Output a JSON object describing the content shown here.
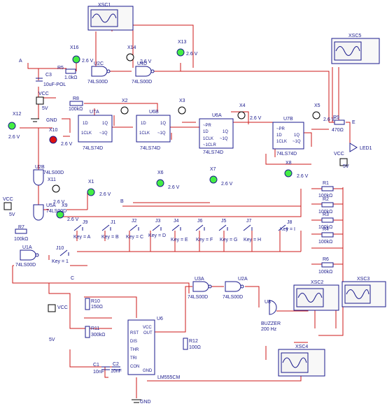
{
  "colors": {
    "wire": "#cc1a1a",
    "component": "#1a1a8c",
    "probe_on": "#44ee44",
    "probe_off": "#dd1111",
    "scope_screen": "#f4f4f4"
  },
  "oscilloscopes": [
    {
      "id": "scope-1",
      "label": "XSC1"
    },
    {
      "id": "scope-5",
      "label": "XSC5"
    },
    {
      "id": "scope-2",
      "label": "XSC2"
    },
    {
      "id": "scope-3",
      "label": "XSC3"
    },
    {
      "id": "scope-4",
      "label": "XSC4"
    }
  ],
  "probes": [
    {
      "id": "x16",
      "label": "X16",
      "voltage": "2.6 V",
      "state": "on"
    },
    {
      "id": "x14",
      "label": "X14",
      "voltage": "2.6 V",
      "state": "off"
    },
    {
      "id": "x13",
      "label": "X13",
      "voltage": "2.6 V",
      "state": "on"
    },
    {
      "id": "x12",
      "label": "X12",
      "voltage": "2.6 V",
      "state": "on"
    },
    {
      "id": "x10",
      "label": "X10",
      "voltage": "2.6 V",
      "state": "red"
    },
    {
      "id": "x2",
      "label": "X2",
      "voltage": "",
      "state": "off"
    },
    {
      "id": "x3",
      "label": "X3",
      "voltage": "",
      "state": "off"
    },
    {
      "id": "x4",
      "label": "X4",
      "voltage": "2.6 V",
      "state": "off"
    },
    {
      "id": "x5",
      "label": "X5",
      "voltage": "2.6 V",
      "state": "off"
    },
    {
      "id": "x11",
      "label": "X11",
      "voltage": "2.6 V",
      "state": "off"
    },
    {
      "id": "x9",
      "label": "X9",
      "voltage": "2.6 V",
      "state": "on"
    },
    {
      "id": "x1",
      "label": "X1",
      "voltage": "2.6 V",
      "state": "on"
    },
    {
      "id": "x6",
      "label": "X6",
      "voltage": "2.6 V",
      "state": "on"
    },
    {
      "id": "x7",
      "label": "X7",
      "voltage": "2.6 V",
      "state": "on"
    },
    {
      "id": "x8",
      "label": "X8",
      "voltage": "2.6 V",
      "state": "on"
    }
  ],
  "flipflops": [
    {
      "id": "u7a",
      "label": "U7A",
      "part": "74LS74D"
    },
    {
      "id": "u6b",
      "label": "U6B",
      "part": "74LS74D"
    },
    {
      "id": "u6a",
      "label": "U6A",
      "part": "74LS74D"
    },
    {
      "id": "u7b",
      "label": "U7B",
      "part": "74LS74D"
    }
  ],
  "ff_pins": {
    "pr": "~PR",
    "d": "1D",
    "q": "1Q",
    "clk": "1CLK",
    "qn": "~1Q",
    "clr": "~1CLR"
  },
  "gates": [
    {
      "id": "u2c",
      "label": "U2C",
      "part": "74LS00D"
    },
    {
      "id": "u4d",
      "label": "U4D",
      "part": "74LS00D"
    },
    {
      "id": "u2b",
      "label": "U2B",
      "part": "74LS00D"
    },
    {
      "id": "u5a",
      "label": "U5A",
      "part": "74LS00D"
    },
    {
      "id": "u1a",
      "label": "U1A",
      "part": "74LS00D"
    },
    {
      "id": "u3a",
      "label": "U3A",
      "part": "74LS00D"
    },
    {
      "id": "u2a",
      "label": "U2A",
      "part": "74LS00D"
    }
  ],
  "resistors": [
    {
      "id": "r5",
      "label": "R5",
      "value": "1.0kΩ"
    },
    {
      "id": "r8",
      "label": "R8",
      "value": "100kΩ"
    },
    {
      "id": "r9",
      "label": "R9",
      "value": "470Ω"
    },
    {
      "id": "r7",
      "label": "R7",
      "value": "100kΩ"
    },
    {
      "id": "r1",
      "label": "R1",
      "value": "100kΩ"
    },
    {
      "id": "r2",
      "label": "R2",
      "value": "100kΩ"
    },
    {
      "id": "r3",
      "label": "R3",
      "value": "100kΩ"
    },
    {
      "id": "r4",
      "label": "R4",
      "value": "100kΩ"
    },
    {
      "id": "r6",
      "label": "R6",
      "value": "100kΩ"
    },
    {
      "id": "r10",
      "label": "R10",
      "value": "150Ω"
    },
    {
      "id": "r11",
      "label": "R11",
      "value": "300kΩ"
    },
    {
      "id": "r12",
      "label": "R12",
      "value": "100Ω"
    }
  ],
  "capacitors": [
    {
      "id": "c3",
      "label": "C3",
      "value": "10uF-POL"
    },
    {
      "id": "c1",
      "label": "C1",
      "value": "10nF"
    },
    {
      "id": "c2",
      "label": "C2",
      "value": "10nF"
    }
  ],
  "switches": [
    {
      "id": "j9",
      "label": "J9",
      "key": "Key = A"
    },
    {
      "id": "j1",
      "label": "J1",
      "key": "Key = B"
    },
    {
      "id": "j2",
      "label": "J2",
      "key": "Key = C"
    },
    {
      "id": "j3",
      "label": "J3",
      "key": "Key = D"
    },
    {
      "id": "j4",
      "label": "J4",
      "key": "Key = E"
    },
    {
      "id": "j6",
      "label": "J6",
      "key": "Key = F"
    },
    {
      "id": "j5",
      "label": "J5",
      "key": "Key = G"
    },
    {
      "id": "j7",
      "label": "J7",
      "key": "Key = H"
    },
    {
      "id": "j8",
      "label": "J8",
      "key": "Key = I"
    },
    {
      "id": "j10",
      "label": "J10",
      "key": "Key = 1"
    }
  ],
  "supplies": [
    {
      "id": "vcc1",
      "label": "VCC",
      "value": "5V"
    },
    {
      "id": "vcc2",
      "label": "VCC",
      "value": "5V"
    },
    {
      "id": "vcc3",
      "label": "VCC",
      "value": "5V"
    },
    {
      "id": "vcc4",
      "label": "VCC",
      "value": "5V"
    }
  ],
  "grounds": [
    {
      "id": "gnd1",
      "label": "GND"
    },
    {
      "id": "gnd2",
      "label": "GND"
    }
  ],
  "nets": {
    "a": "A",
    "b": "B",
    "c": "C",
    "e": "E"
  },
  "led": {
    "label": "LED1"
  },
  "buzzer": {
    "label": "U8",
    "type": "BUZZER",
    "freq": "200 Hz"
  },
  "timer": {
    "label": "U6",
    "part": "LM555CM",
    "pins": {
      "vcc": "VCC",
      "rst": "RST",
      "dis": "DIS",
      "thr": "THR",
      "tri": "TRI",
      "con": "CON",
      "out": "OUT",
      "gnd": "GND"
    }
  }
}
